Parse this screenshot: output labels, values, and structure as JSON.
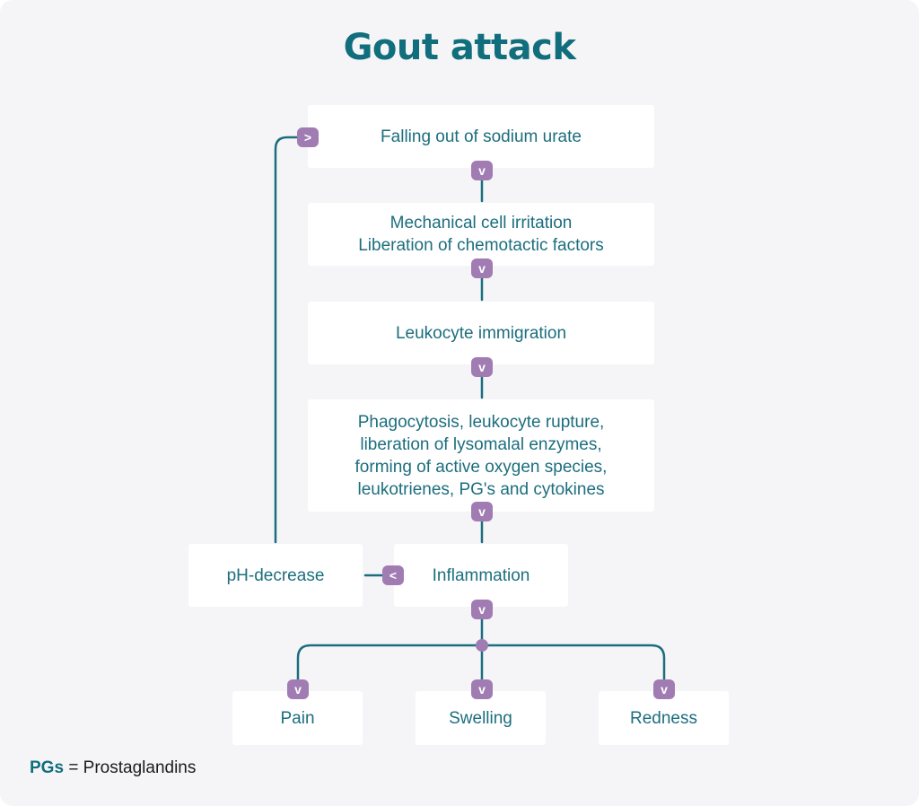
{
  "title": "Gout attack",
  "nodes": {
    "urate": "Falling out of sodium urate",
    "irritation": [
      "Mechanical cell irritation",
      "Liberation of chemotactic factors"
    ],
    "immigration": "Leukocyte immigration",
    "phagocytosis": [
      "Phagocytosis, leukocyte rupture,",
      "liberation of lysomalal enzymes,",
      "forming of active oxygen species,",
      "leukotrienes, PG's and cytokines"
    ],
    "inflammation": "Inflammation",
    "ph": "pH-decrease",
    "pain": "Pain",
    "swelling": "Swelling",
    "redness": "Redness"
  },
  "arrows": {
    "down": "v",
    "right": ">",
    "left": "<"
  },
  "footnote": {
    "abbr": "PGs",
    "definition": "= Prostaglandins"
  },
  "colors": {
    "accent": "#106e7d",
    "connector": "#1c6e7e",
    "badge": "#a07cb3",
    "background": "#f5f5f7",
    "box": "#ffffff"
  }
}
